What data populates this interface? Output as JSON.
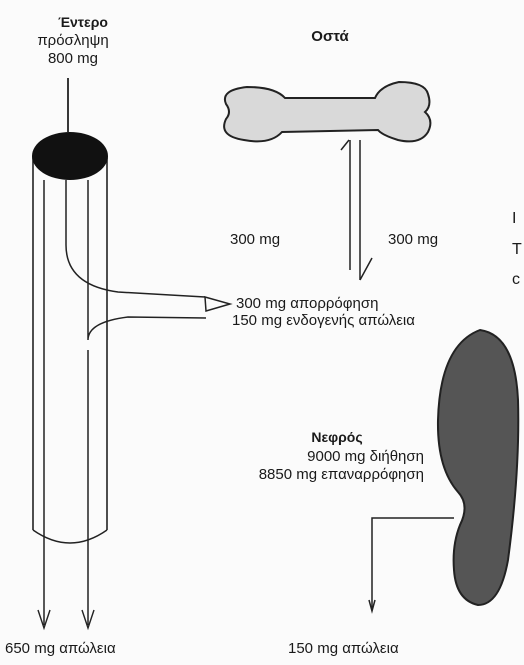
{
  "intestine": {
    "title": "Έντερο",
    "line1": "πρόσληψη",
    "line2": "800 mg",
    "bottom_loss": "650 mg απώλεια"
  },
  "bones": {
    "title": "Οστά",
    "left_flow": "300 mg",
    "right_flow": "300 mg"
  },
  "exchange": {
    "absorption": "300 mg απορρόφηση",
    "endogenous_loss": "150 mg ενδογενής απώλεια"
  },
  "kidney": {
    "title": "Νεφρός",
    "filtration": "9000  mg διήθηση",
    "reabsorption": "8850 mg επαναρρόφηση",
    "loss": "150 mg απώλεια"
  },
  "edge_fragments": {
    "f1": "I",
    "f2": "T",
    "f3": "c"
  },
  "colors": {
    "bone_fill": "#d9d9d9",
    "kidney_fill": "#555555",
    "cap_fill": "#111111"
  }
}
